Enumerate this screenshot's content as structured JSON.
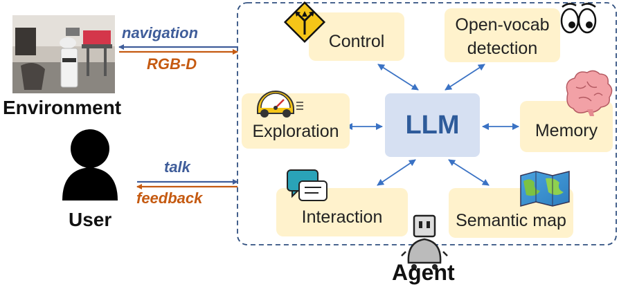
{
  "actors": {
    "environment": "Environment",
    "user": "User",
    "agent": "Agent"
  },
  "links": {
    "navigation": "navigation",
    "rgbd": "RGB-D",
    "talk": "talk",
    "feedback": "feedback"
  },
  "center": "LLM",
  "modules": {
    "control": "Control",
    "detection_line1": "Open-vocab",
    "detection_line2": "detection",
    "exploration": "Exploration",
    "memory": "Memory",
    "interaction": "Interaction",
    "semantic_map": "Semantic map"
  },
  "colors": {
    "outbound_arrow": "#3f5d9a",
    "inbound_arrow": "#c55a11",
    "module_fill": "#fff2cc",
    "llm_fill": "#d6e0f2",
    "llm_text": "#2e5b9a",
    "frame": "#2f4f7f"
  }
}
